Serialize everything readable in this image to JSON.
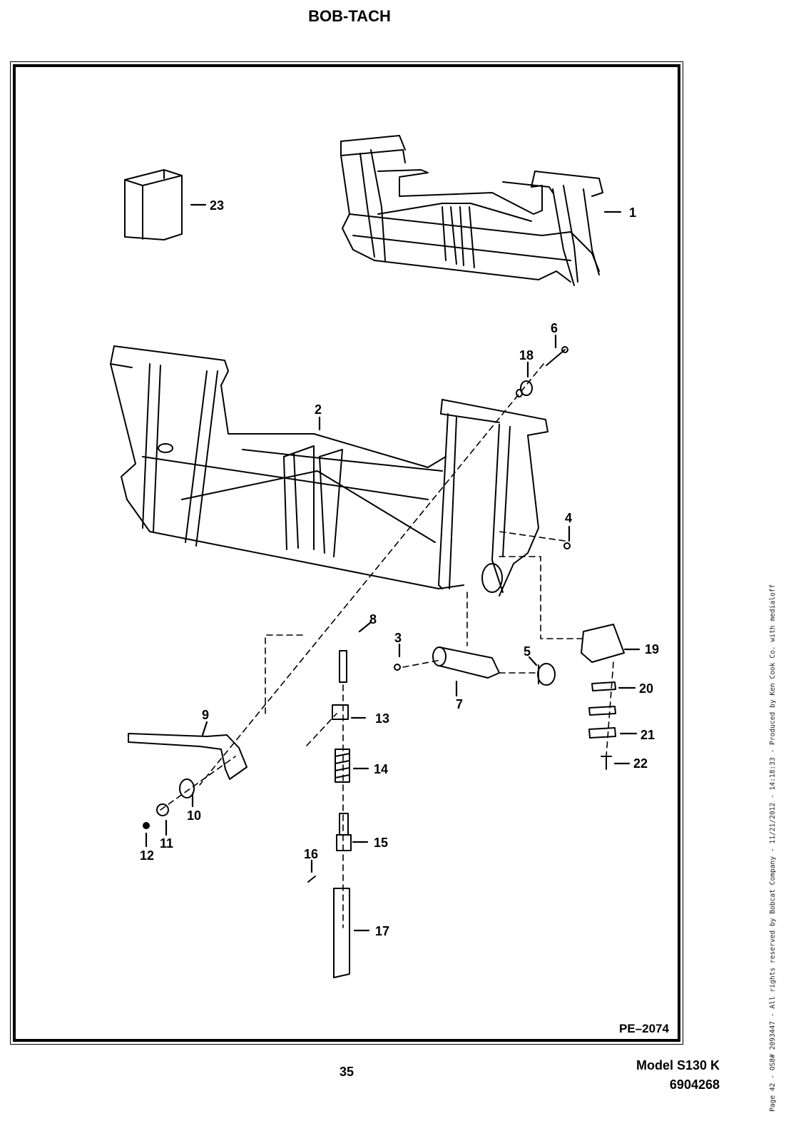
{
  "page": {
    "title": "BOB-TACH",
    "figure_code": "PE–2074",
    "page_number": "35",
    "model": "Model S130 K",
    "part_number": "6904268",
    "side_note": "Page 42 - OS8# 2093447 - All rights reserved by Bobcat Company - 11/21/2012 - 14:18:33 - Produced by Ken Cook Co. with medialoff"
  },
  "callouts": [
    "1",
    "2",
    "3",
    "4",
    "5",
    "6",
    "7",
    "8",
    "9",
    "10",
    "11",
    "12",
    "13",
    "14",
    "15",
    "16",
    "17",
    "18",
    "19",
    "20",
    "21",
    "22",
    "23"
  ]
}
